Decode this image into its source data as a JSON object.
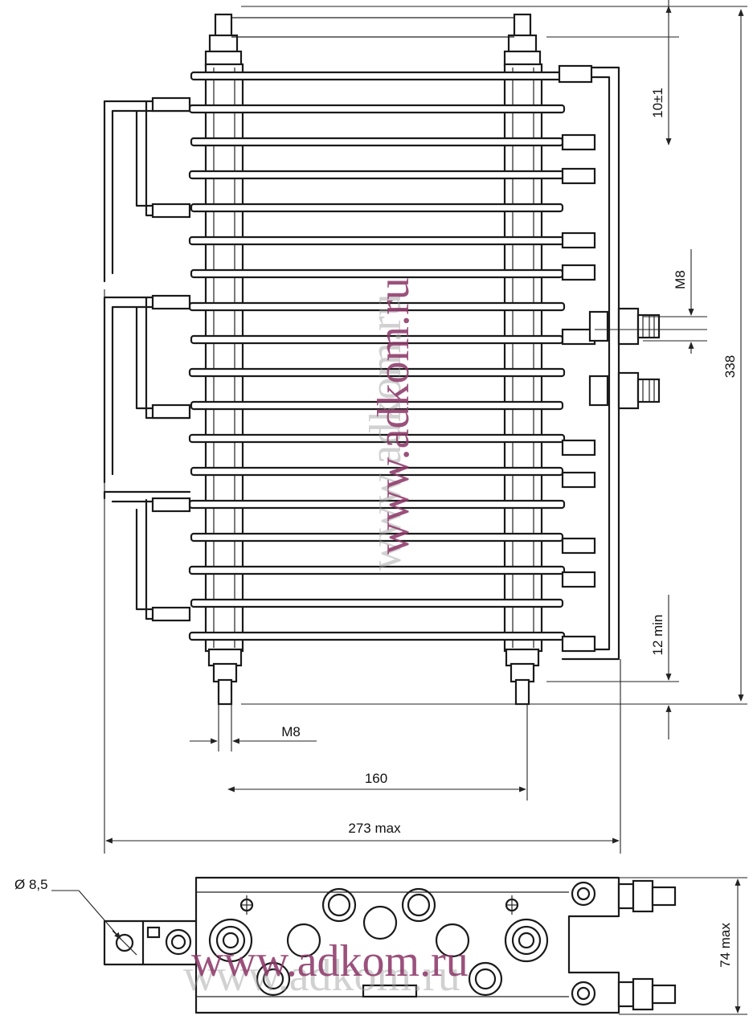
{
  "drawing": {
    "dimensions": {
      "pitch": "10±1",
      "terminal_thread_right": "M8",
      "height": "338",
      "clearance": "12 min",
      "stud_thread_bottom": "M8",
      "stud_spacing": "160",
      "width": "273 max",
      "hole_diameter": "Ø 8,5",
      "depth": "74 max"
    },
    "watermark": {
      "vertical": "www.adkom.ru",
      "horizontal": "www.adkom.ru"
    }
  }
}
